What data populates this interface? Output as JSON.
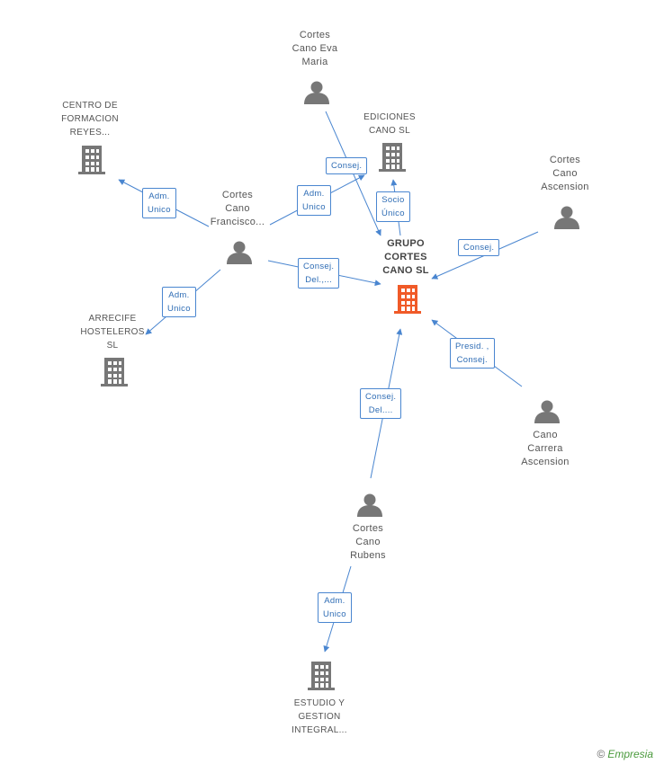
{
  "nodes": [
    {
      "id": "main",
      "label": "GRUPO\nCORTES\nCANO  SL",
      "kind": "company",
      "main": true
    },
    {
      "id": "eva",
      "label": "Cortes\nCano Eva\nMaria",
      "kind": "person"
    },
    {
      "id": "ediciones",
      "label": "EDICIONES\nCANO  SL",
      "kind": "company"
    },
    {
      "id": "centro",
      "label": "CENTRO DE\nFORMACION\nREYES...",
      "kind": "company"
    },
    {
      "id": "francisco",
      "label": "Cortes\nCano\nFrancisco...",
      "kind": "person"
    },
    {
      "id": "ascension",
      "label": "Cortes\nCano\nAscension",
      "kind": "person"
    },
    {
      "id": "arrecife",
      "label": "ARRECIFE\nHOSTELEROS\nSL",
      "kind": "company"
    },
    {
      "id": "carrera",
      "label": "Cano\nCarrera\nAscension",
      "kind": "person"
    },
    {
      "id": "rubens",
      "label": "Cortes\nCano\nRubens",
      "kind": "person"
    },
    {
      "id": "estudio",
      "label": "ESTUDIO Y\nGESTION\nINTEGRAL...",
      "kind": "company"
    }
  ],
  "relations": [
    {
      "id": "r1",
      "label": "Consej."
    },
    {
      "id": "r2",
      "label": "Socio\nÚnico"
    },
    {
      "id": "r3",
      "label": "Adm.\nUnico"
    },
    {
      "id": "r4",
      "label": "Adm.\nUnico"
    },
    {
      "id": "r5",
      "label": "Consej.\nDel.,..."
    },
    {
      "id": "r6",
      "label": "Consej."
    },
    {
      "id": "r7",
      "label": "Adm.\nUnico"
    },
    {
      "id": "r8",
      "label": "Presid. ,\nConsej."
    },
    {
      "id": "r9",
      "label": "Consej.\nDel...."
    },
    {
      "id": "r10",
      "label": "Adm.\nUnico"
    }
  ],
  "footer": {
    "copyright": "©",
    "brand": "Empresia"
  },
  "colors": {
    "main": "#f05a28",
    "node": "#777777",
    "edge": "#4a86d0"
  }
}
